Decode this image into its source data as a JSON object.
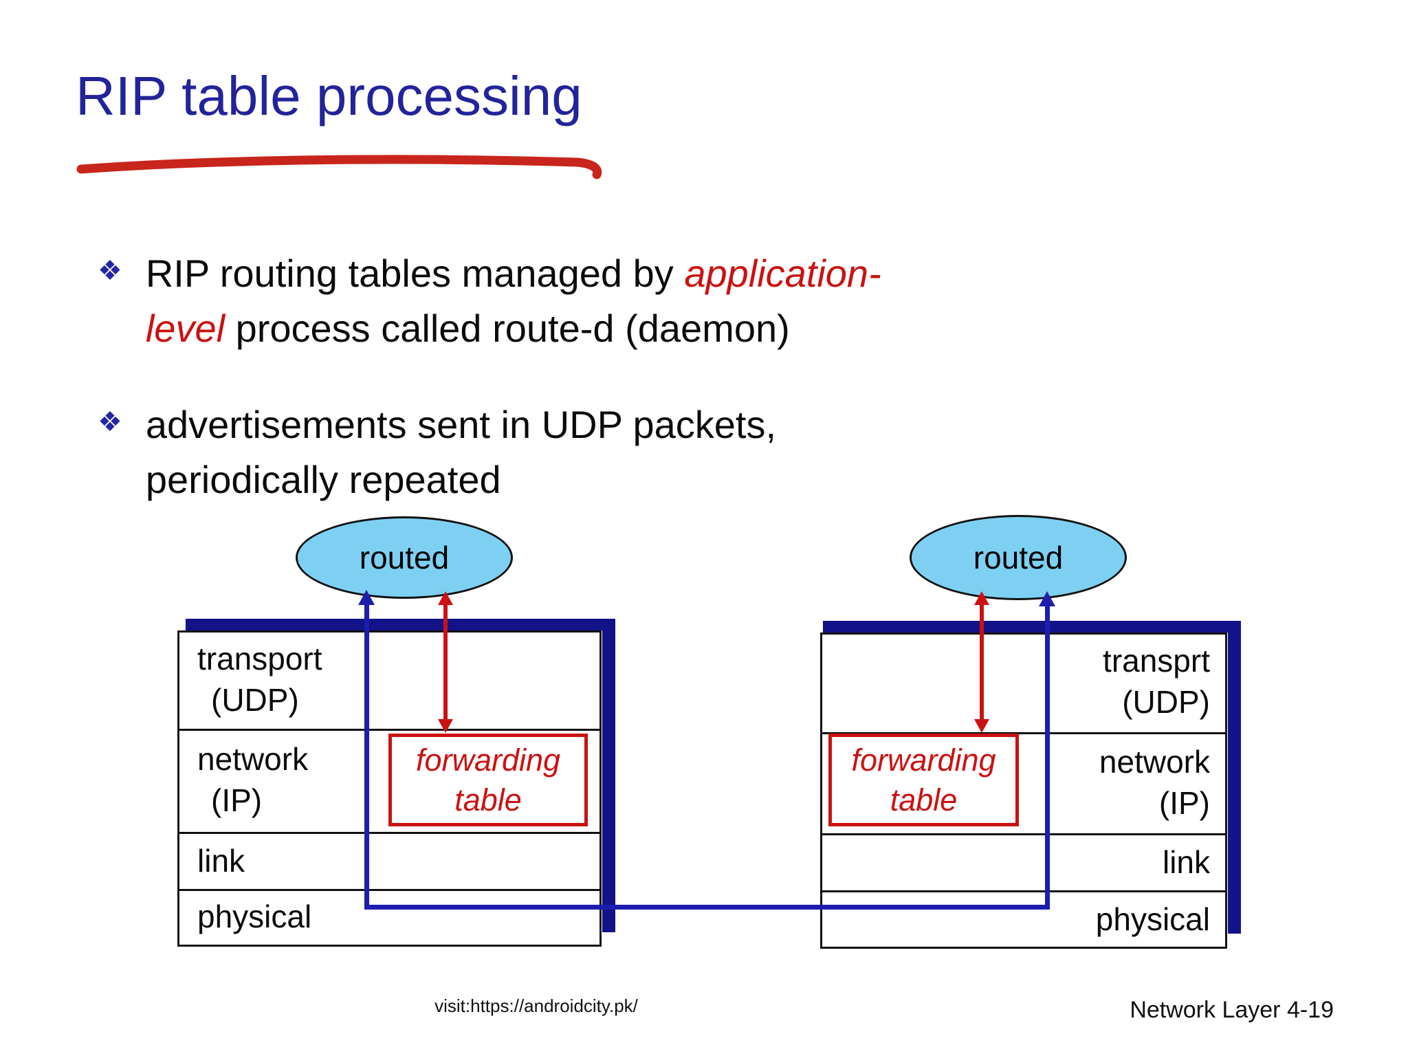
{
  "slide": {
    "title": "RIP table processing",
    "bullet_marker": "❖",
    "bullet1": {
      "line1_text": "RIP routing tables managed by ",
      "line1_em": "application-",
      "line2_em": "level",
      "line2_text": " process called route-d (daemon)"
    },
    "bullet2": {
      "line1": "advertisements sent in UDP packets,",
      "line2": "periodically repeated"
    }
  },
  "diagram": {
    "left_stack": {
      "process": "routed",
      "forwarding_table_line1": "forwarding",
      "forwarding_table_line2": "table",
      "layers": [
        {
          "name": "transport",
          "sub": "(UDP)"
        },
        {
          "name": "network",
          "sub": "(IP)"
        },
        {
          "name": "link",
          "sub": ""
        },
        {
          "name": "physical",
          "sub": ""
        }
      ]
    },
    "right_stack": {
      "process": "routed",
      "forwarding_table_line1": "forwarding",
      "forwarding_table_line2": "table",
      "layers": [
        {
          "name": "transprt",
          "sub": "(UDP)"
        },
        {
          "name": "network",
          "sub": "(IP)"
        },
        {
          "name": "link",
          "sub": ""
        },
        {
          "name": "physical",
          "sub": ""
        }
      ]
    },
    "colors": {
      "title_blue": "#23239b",
      "underline_red": "#c8251d",
      "emphasis_red": "#cc1111",
      "path_blue": "#1d1dae",
      "shadow_navy": "#131389",
      "ellipse_fill": "#7ed0f2",
      "bullet_blue": "#2525a8"
    }
  },
  "footer": {
    "visit": "visit:https://androidcity.pk/",
    "page": "Network Layer 4-19"
  }
}
